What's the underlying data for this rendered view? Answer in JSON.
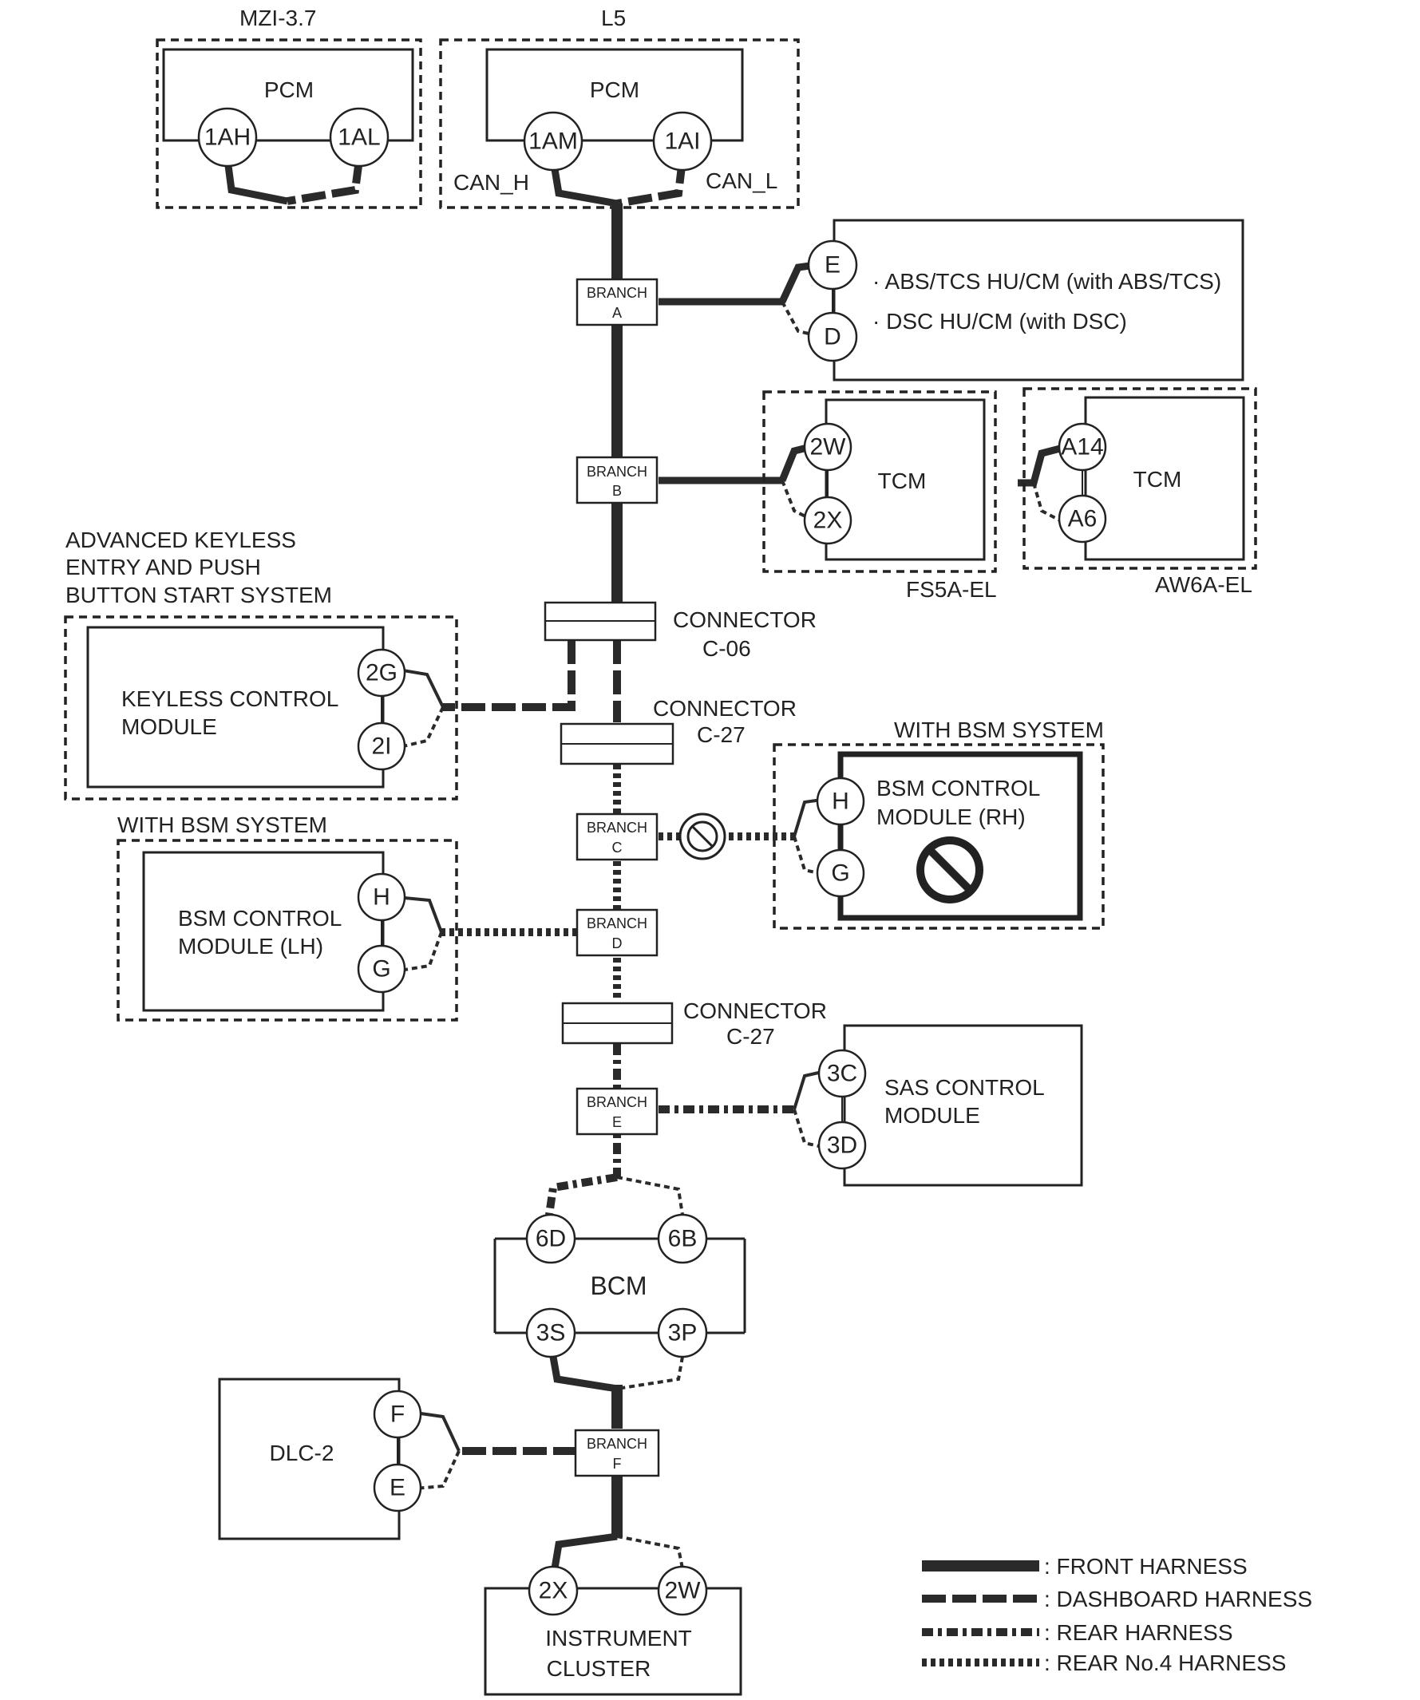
{
  "variants": {
    "mzi": "MZI-3.7",
    "l5": "L5",
    "fs5a": "FS5A-EL",
    "aw6a": "AW6A-EL"
  },
  "modules": {
    "pcm": "PCM",
    "abs_line1": "· ABS/TCS HU/CM (with ABS/TCS)",
    "abs_line2": "· DSC HU/CM (with DSC)",
    "tcm": "TCM",
    "keyless_line1": "KEYLESS CONTROL",
    "keyless_line2": "MODULE",
    "bsm_rh_line1": "BSM CONTROL",
    "bsm_rh_line2": "MODULE (RH)",
    "bsm_lh_line1": "BSM CONTROL",
    "bsm_lh_line2": "MODULE (LH)",
    "sas_line1": "SAS CONTROL",
    "sas_line2": "MODULE",
    "bcm": "BCM",
    "dlc": "DLC-2",
    "cluster_line1": "INSTRUMENT",
    "cluster_line2": "CLUSTER"
  },
  "group_labels": {
    "adv_line1": "ADVANCED KEYLESS",
    "adv_line2": "ENTRY AND PUSH",
    "adv_line3": "BUTTON START SYSTEM",
    "with_bsm": "WITH BSM SYSTEM"
  },
  "signals": {
    "can_h": "CAN_H",
    "can_l": "CAN_L"
  },
  "pins": {
    "pcm_mzi_h": "1AH",
    "pcm_mzi_l": "1AL",
    "pcm_l5_h": "1AM",
    "pcm_l5_l": "1AI",
    "abs_e": "E",
    "abs_d": "D",
    "tcm_fs_h": "2W",
    "tcm_fs_l": "2X",
    "tcm_aw_h": "A14",
    "tcm_aw_l": "A6",
    "keyless_h": "2G",
    "keyless_l": "2I",
    "bsm_rh_h": "H",
    "bsm_rh_l": "G",
    "bsm_lh_h": "H",
    "bsm_lh_l": "G",
    "sas_h": "3C",
    "sas_l": "3D",
    "bcm_6d": "6D",
    "bcm_6b": "6B",
    "bcm_3s": "3S",
    "bcm_3p": "3P",
    "dlc_f": "F",
    "dlc_e": "E",
    "cluster_h": "2X",
    "cluster_l": "2W"
  },
  "branch_word": "BRANCH",
  "branches": {
    "a": "A",
    "b": "B",
    "c": "C",
    "d": "D",
    "e": "E",
    "f": "F"
  },
  "connectors": {
    "word": "CONNECTOR",
    "c06": "C-06",
    "c27": "C-27"
  },
  "legend": [
    {
      "style": "front",
      "label": ": FRONT HARNESS"
    },
    {
      "style": "dashboard",
      "label": ": DASHBOARD HARNESS"
    },
    {
      "style": "rear",
      "label": ": REAR HARNESS"
    },
    {
      "style": "rear4",
      "label": ": REAR No.4 HARNESS"
    }
  ]
}
